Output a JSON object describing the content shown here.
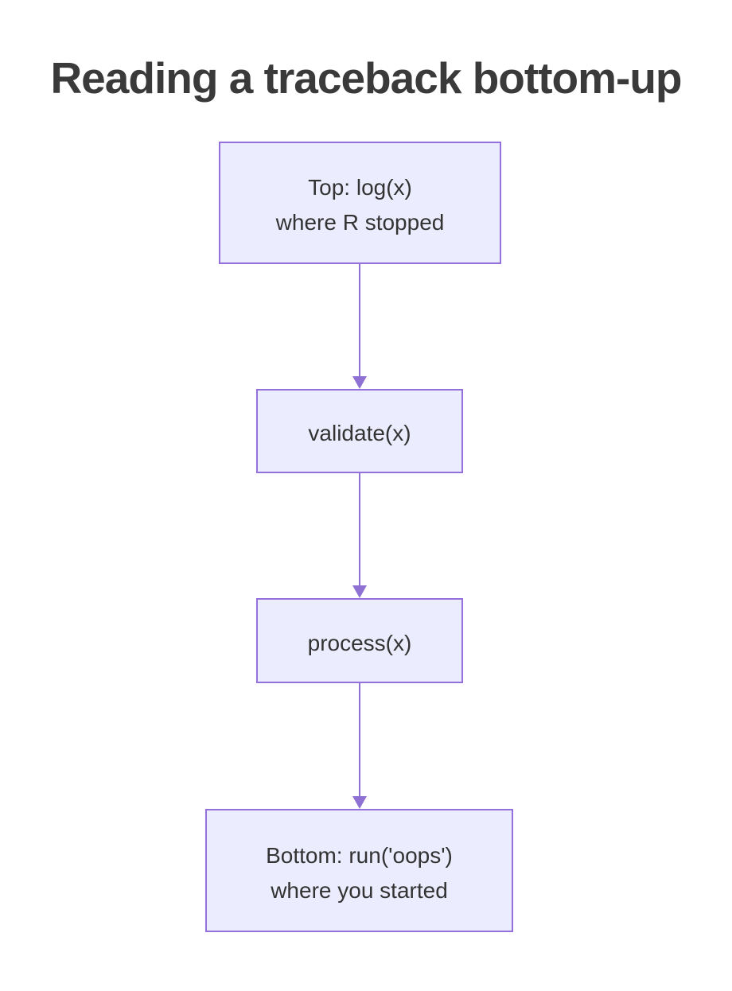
{
  "page": {
    "title": "Reading a traceback bottom-up"
  },
  "diagram": {
    "type": "flowchart-top-down",
    "nodes": [
      {
        "id": "top",
        "lines": [
          "Top: log(x)",
          "where R stopped"
        ]
      },
      {
        "id": "validate",
        "lines": [
          "validate(x)"
        ]
      },
      {
        "id": "process",
        "lines": [
          "process(x)"
        ]
      },
      {
        "id": "bottom",
        "lines": [
          "Bottom: run('oops')",
          "where you started"
        ]
      }
    ],
    "edges": [
      {
        "from": "top",
        "to": "validate"
      },
      {
        "from": "validate",
        "to": "process"
      },
      {
        "from": "process",
        "to": "bottom"
      }
    ]
  },
  "colors": {
    "node_fill": "#ececff",
    "node_border": "#9370db",
    "edge_line": "#8e71d3",
    "node_text": "#333333",
    "title_text": "#3a3a3a"
  }
}
